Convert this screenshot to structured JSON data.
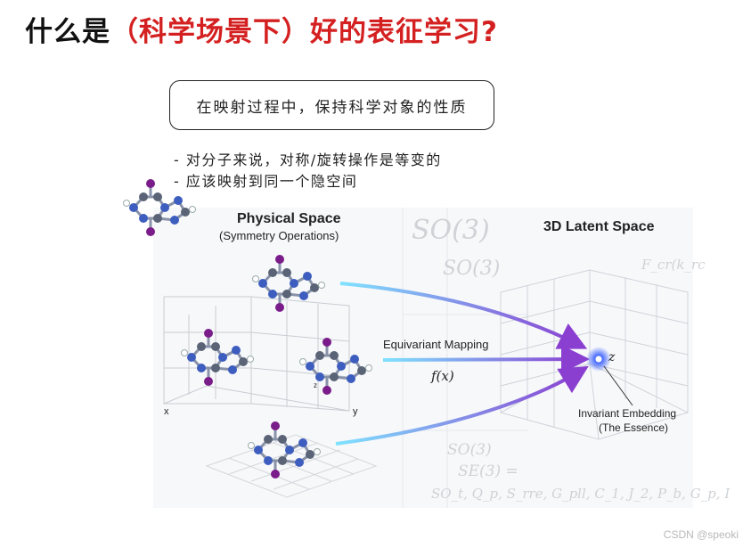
{
  "title": {
    "prefix": "什么是",
    "highlight": "（科学场景下）",
    "suffix": "好的表征学习?"
  },
  "callout": "在映射过程中，保持科学对象的性质",
  "bullets": [
    "- 对分子来说，对称/旋转操作是等变的",
    "- 应该映射到同一个隐空间"
  ],
  "figure": {
    "physical_space": "Physical Space",
    "physical_sub": "(Symmetry Operations)",
    "latent_space": "3D Latent Space",
    "mapping_label": "Equivariant Mapping",
    "function_label": "f(x)",
    "point_label": "z",
    "embedding_label": "Invariant Embedding",
    "embedding_sub": "(The Essence)",
    "axis_x": "x",
    "axis_y": "y",
    "axis_z": "z",
    "bg_so3_large": "SO(3)",
    "bg_so3_small": "SO(3)",
    "bg_fcr": "F_cr(k_rc",
    "bg_so3_bottom": "SO(3)",
    "bg_se3": "SE(3) =",
    "bg_formula": "SO_t, Q_p, S_rre, G_pll, C_1, J_2, P_b, G_p, I"
  },
  "watermark": "CSDN @speoki",
  "colors": {
    "title_red": "#d42020",
    "arrow_start": "#7fe3ff",
    "arrow_end": "#8a3fd1",
    "atom_blue": "#3d5dbf",
    "atom_purple": "#7a1c8a"
  }
}
